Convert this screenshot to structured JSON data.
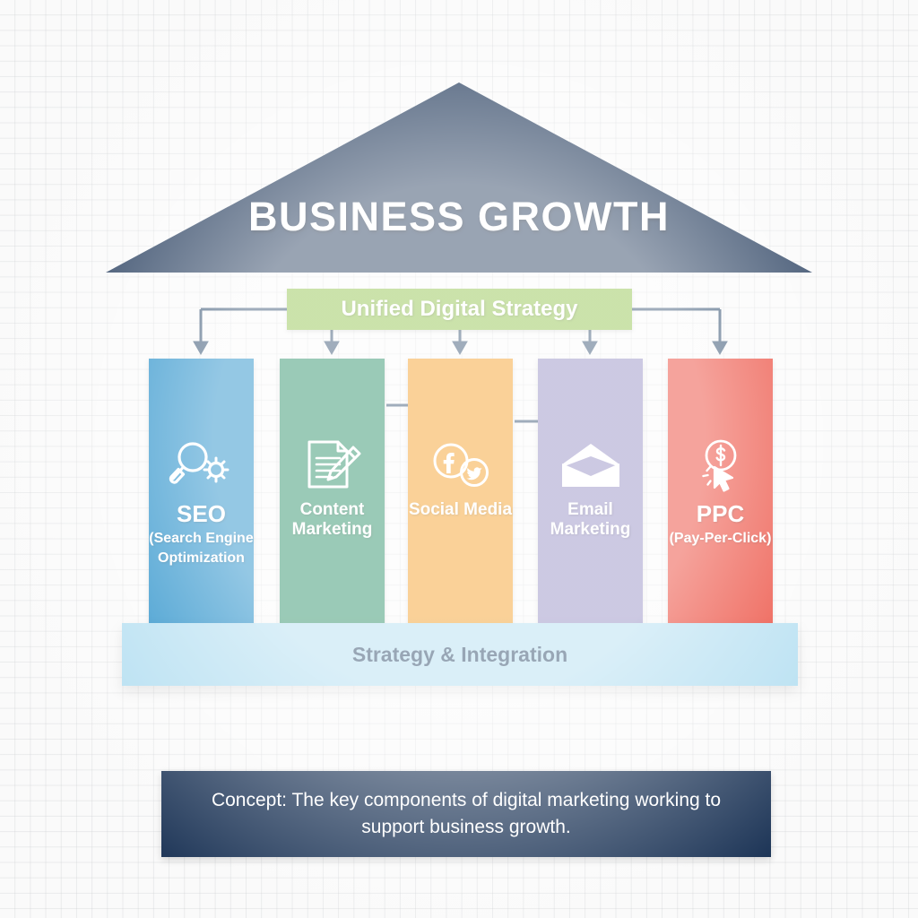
{
  "theme": {
    "roof_color": "#1d3557",
    "banner_color": "#8cc044",
    "base_color": "#aedcf0",
    "caption_bg": "#1d3557",
    "connector_color": "#2c4a6b",
    "background": "#fafafa"
  },
  "roof": {
    "title": "BUSINESS GROWTH",
    "shape": "triangle-pediment"
  },
  "banner": {
    "label": "Unified Digital Strategy"
  },
  "pillars": [
    {
      "title": "SEO",
      "subtitle_line1": "(Search Engine",
      "subtitle_line2": "Optimization",
      "color": "#1184c4",
      "icon": "magnifier-gear-icon",
      "title_size": "big"
    },
    {
      "title_line1": "Content",
      "title_line2": "Marketing",
      "color": "#1f8a5f",
      "icon": "document-pencil-icon",
      "title_size": "mid"
    },
    {
      "title_line1": "Social Media",
      "color": "#f39a1b",
      "icon": "facebook-twitter-icon",
      "title_size": "mid"
    },
    {
      "title_line1": "Email",
      "title_line2": "Marketing",
      "color": "#8e87c0",
      "icon": "envelope-icon",
      "title_size": "mid"
    },
    {
      "title": "PPC",
      "subtitle_line1": "(Pay-Per-Click)",
      "color": "#e93323",
      "icon": "dollar-coin-cursor-icon",
      "title_size": "big"
    }
  ],
  "base": {
    "label": "Strategy & Integration"
  },
  "caption": {
    "text": "Concept: The key components of digital marketing working to support business growth."
  }
}
